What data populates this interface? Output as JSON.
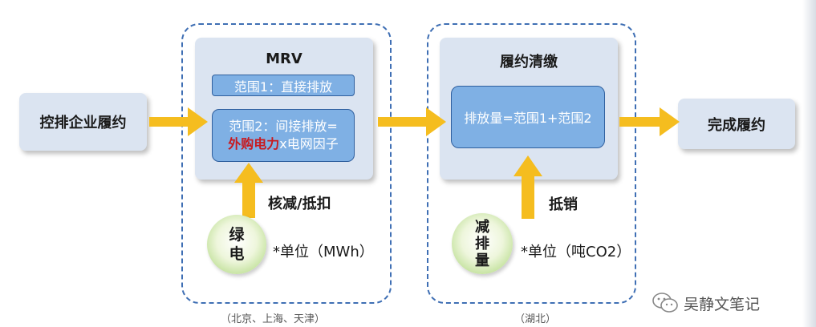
{
  "nodes": {
    "entity": "控排企业履约",
    "mrv_title": "MRV",
    "scope1": "范围1：直接排放",
    "scope2_line1": "范围2：间接排放=",
    "scope2_red": "外购电力",
    "scope2_rest": "x电网因子",
    "clearing_title": "履约清缴",
    "emission_formula": "排放量=范围1+范围2",
    "complete": "完成履约",
    "green_power_1": "绿",
    "green_power_2": "电",
    "reduction_1": "减",
    "reduction_2": "排",
    "reduction_3": "量"
  },
  "labels": {
    "deduct": "核减/抵扣",
    "offset": "抵销",
    "unit_mwh": "*单位（MWh）",
    "unit_co2": "*单位（吨CO2）"
  },
  "captions": {
    "left": "（北京、上海、天津）",
    "right": "（湖北）"
  },
  "watermark": {
    "text": "吴静文笔记",
    "icon": "wechat-icon"
  },
  "colors": {
    "arrow": "#f5bd1f",
    "dashed_border": "#3f6fb4",
    "panel": "#dbe4f1",
    "blue_box": "#7fb0e4",
    "highlight_red": "#c8191e",
    "green_circle": "#a3cf72"
  }
}
